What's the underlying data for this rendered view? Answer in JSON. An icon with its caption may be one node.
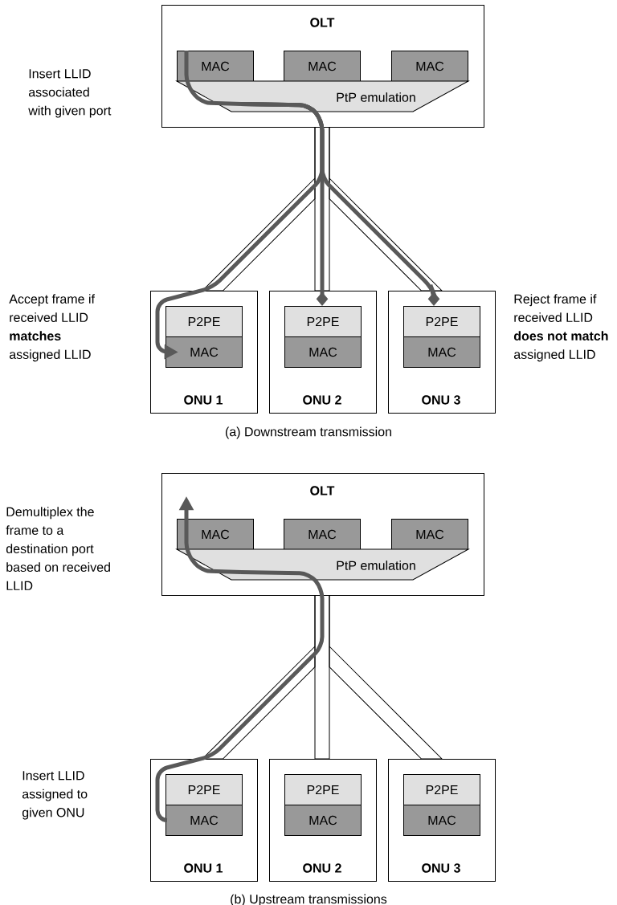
{
  "diagram": {
    "nodes": [
      {
        "text": [
          "OLT"
        ]
      },
      {
        "text": [
          "MAC"
        ],
        "in": 0
      },
      {
        "text": [
          "MAC"
        ],
        "in": 0
      },
      {
        "text": [
          "MAC"
        ],
        "in": 0
      },
      {
        "text": [
          "PtP emulation"
        ],
        "in": 0
      },
      {
        "text": [
          "ONU 1"
        ]
      },
      {
        "text": [
          "P2PE"
        ],
        "in": 5
      },
      {
        "text": [
          "MAC"
        ],
        "in": 5
      },
      {
        "text": [
          "ONU 2"
        ]
      },
      {
        "text": [
          "P2PE"
        ],
        "in": 8
      },
      {
        "text": [
          "MAC"
        ],
        "in": 8
      },
      {
        "text": [
          "ONU 3"
        ]
      },
      {
        "text": [
          "P2PE"
        ],
        "in": 11
      },
      {
        "text": [
          "MAC"
        ],
        "in": 11
      },
      {
        "text": [
          "OLT"
        ]
      },
      {
        "text": [
          "MAC"
        ],
        "in": 14
      },
      {
        "text": [
          "MAC"
        ],
        "in": 14
      },
      {
        "text": [
          "MAC"
        ],
        "in": 14
      },
      {
        "text": [
          "PtP emulation"
        ],
        "in": 14
      },
      {
        "text": [
          "ONU 1"
        ]
      },
      {
        "text": [
          "P2PE"
        ],
        "in": 19
      },
      {
        "text": [
          "MAC"
        ],
        "in": 19
      },
      {
        "text": [
          "ONU 2"
        ]
      },
      {
        "text": [
          "P2PE"
        ],
        "in": 22
      },
      {
        "text": [
          "MAC"
        ],
        "in": 22
      },
      {
        "text": [
          "ONU 3"
        ]
      },
      {
        "text": [
          "P2PE"
        ],
        "in": 25
      },
      {
        "text": [
          "MAC"
        ],
        "in": 25
      }
    ],
    "edges": [
      {
        "from": 0,
        "to": 5,
        "arrow": "none"
      },
      {
        "from": 0,
        "to": 8,
        "arrow": "none"
      },
      {
        "from": 0,
        "to": 11,
        "arrow": "none"
      },
      {
        "from": 1,
        "to": 4,
        "arrow": "none",
        "style": "thick",
        "color": "#595959"
      },
      {
        "from": 4,
        "to": 7,
        "arrow": "to",
        "style": "thick",
        "color": "#595959"
      },
      {
        "from": 4,
        "to": 9,
        "arrow": "other",
        "style": "thick",
        "color": "#595959"
      },
      {
        "from": 4,
        "to": 12,
        "arrow": "other",
        "style": "thick",
        "color": "#595959"
      },
      {
        "from": 14,
        "to": 19,
        "arrow": "none"
      },
      {
        "from": 14,
        "to": 22,
        "arrow": "none"
      },
      {
        "from": 14,
        "to": 25,
        "arrow": "none"
      },
      {
        "from": 21,
        "to": 18,
        "arrow": "none",
        "style": "thick",
        "color": "#595959"
      },
      {
        "from": 18,
        "to": 15,
        "arrow": "to",
        "style": "thick",
        "color": "#595959"
      }
    ],
    "labels": [
      "Insert LLID associated with given port",
      "Accept frame if received LLID **matches** assigned LLID",
      "Reject frame if received LLID **does not match** assigned LLID",
      "(a) Downstream transmission",
      "Demultiplex the frame to a destination port based on received LLID",
      "Insert LLID assigned to given ONU",
      "(b) Upstream transmissions"
    ]
  }
}
